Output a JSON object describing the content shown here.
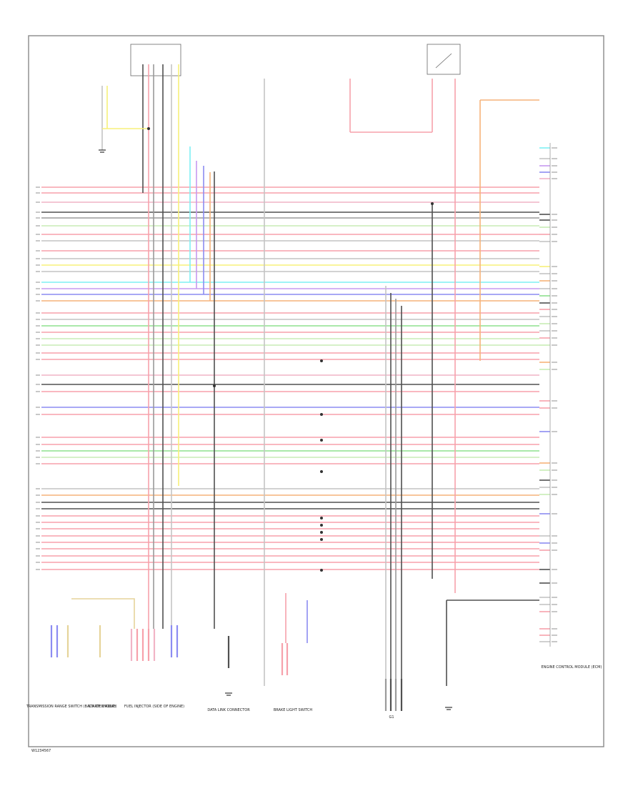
{
  "figure": {
    "reference_code": "W1234567"
  },
  "components": {
    "transmission_range_sensor": "TRANSMISSION RANGE SWITCH (BACK OF ENGINE)",
    "starter_relay": "STARTER RELAY",
    "engine_control_module": "ENGINE CONTROL MODULE (ECM)",
    "fuel_injector_bank": "FUEL INJECTOR (SIDE OF ENGINE)",
    "brake_switch": "BRAKE LIGHT SWITCH",
    "data_link": "DATA LINK CONNECTOR",
    "ground_point": "G1"
  },
  "colors": {
    "red": "#f7a1ab",
    "pink": "#f1b4c6",
    "green": "#8ee08e",
    "lightgreen": "#c8ecb6",
    "yellow": "#f7f07a",
    "cyan": "#7ff0f4",
    "blue": "#8c8cf2",
    "violet": "#c69af0",
    "orange": "#f6b27a",
    "black": "#505050",
    "gray": "#9a9a9a",
    "lightgray": "#c4c4c4",
    "tan": "#e6d49a"
  }
}
